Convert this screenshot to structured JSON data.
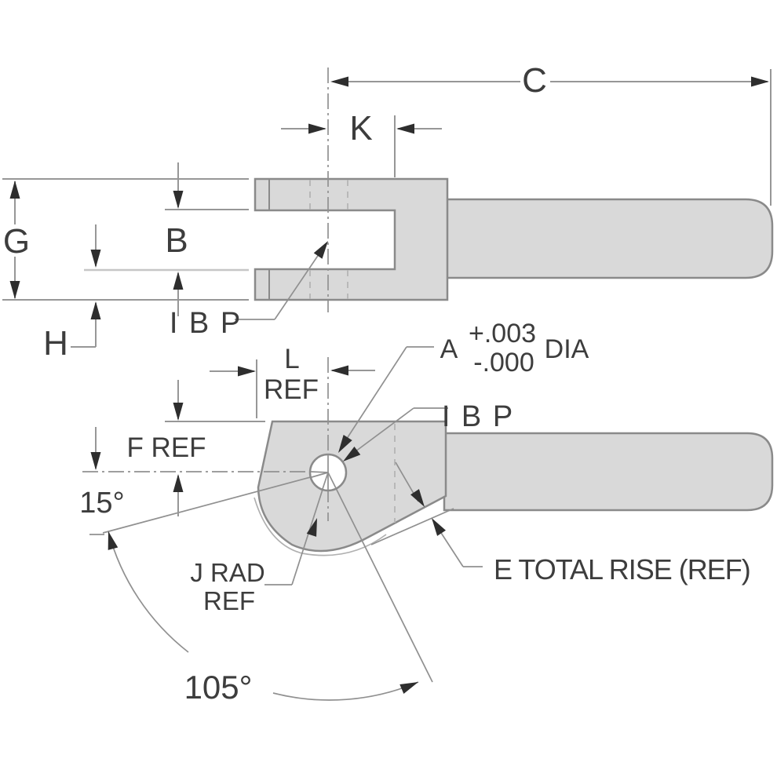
{
  "drawing": {
    "type": "engineering-dimension-drawing",
    "views": {
      "top_view_name": "fork-end top view",
      "side_view_name": "lever side view"
    },
    "labels": {
      "c": "C",
      "k": "K",
      "g": "G",
      "b": "B",
      "h": "H",
      "ibp_top": "I B P",
      "l": "L",
      "l_ref": "REF",
      "f_ref": "F REF",
      "rest_angle": "15°",
      "sweep_angle": "105°",
      "hole_a": "A",
      "hole_plus": "+.003",
      "hole_minus": "-.000",
      "hole_dia": "DIA",
      "ibp_side": "I B P",
      "j_rad": "J RAD",
      "j_ref": "REF",
      "e_rise": "E TOTAL RISE (REF)"
    },
    "colors": {
      "background": "#ffffff",
      "part_fill": "#d9d9d9",
      "part_stroke": "#8a8a8a",
      "dimension_line": "#979797",
      "hidden_line": "#b8b8b8",
      "arrowhead": "#2e2e2e",
      "text": "#3d3d3d"
    }
  }
}
